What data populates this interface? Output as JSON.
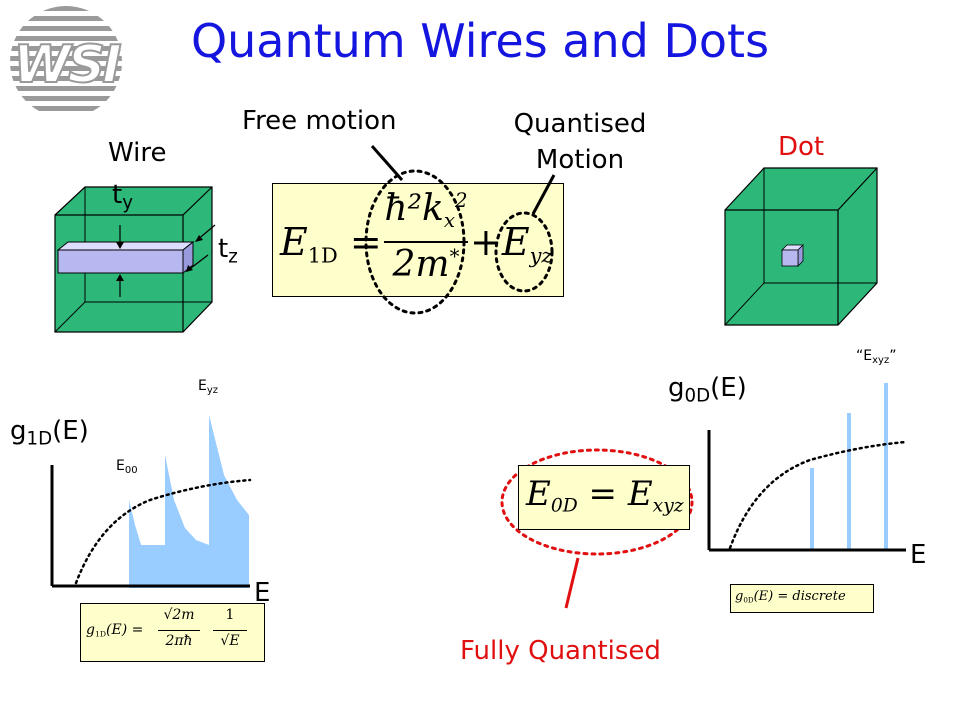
{
  "slide": {
    "title": "Quantum Wires and Dots",
    "logo_text": "WSI"
  },
  "labels": {
    "wire": "Wire",
    "dot": "Dot",
    "free_motion": "Free motion",
    "quantised_motion_line1": "Quantised",
    "quantised_motion_line2": "Motion",
    "t_y_base": "t",
    "t_y_sub": "y",
    "t_z_base": "t",
    "t_z_sub": "z",
    "fully_quantised": "Fully Quantised"
  },
  "graph_1d": {
    "ylabel_base": "g",
    "ylabel_sub": "1D",
    "ylabel_tail": "(E)",
    "xlabel": "E",
    "e00_base": "E",
    "e00_sub": "00",
    "eyz_base": "E",
    "eyz_sub": "yz",
    "formula_lhs": "g",
    "formula_lhs_sub": "1D",
    "formula_arg": "(E) =",
    "formula_num1": "√2m",
    "formula_den1": "2πħ",
    "formula_num2": "1",
    "formula_den2": "√E"
  },
  "graph_0d": {
    "ylabel_base": "g",
    "ylabel_sub": "0D",
    "ylabel_tail": "(E)",
    "xlabel": "E",
    "exyz_open": "“",
    "exyz_base": "E",
    "exyz_sub": "xyz",
    "exyz_close": "”",
    "formula": "g",
    "formula_sub": "0D",
    "formula_rest": "(E) = discrete"
  },
  "equation_1d": {
    "lhs": "E",
    "lhs_sub": "1D",
    "eq": "=",
    "num": "ħ²k",
    "num_sub": "x",
    "num_sup": "2",
    "den": "2m",
    "den_sup": "*",
    "plus": "+",
    "rhs": "E",
    "rhs_sub": "yz"
  },
  "equation_0d": {
    "lhs": "E",
    "lhs_sub": "0D",
    "eq": "=",
    "rhs": "E",
    "rhs_sub": "xyz"
  },
  "colors": {
    "title": "#1515e0",
    "cube_fill": "#2db87a",
    "dos_fill": "#99ccff",
    "bar_fill": "#99ccff",
    "highlight": "#e01010",
    "mathbox": "#ffffcc"
  }
}
